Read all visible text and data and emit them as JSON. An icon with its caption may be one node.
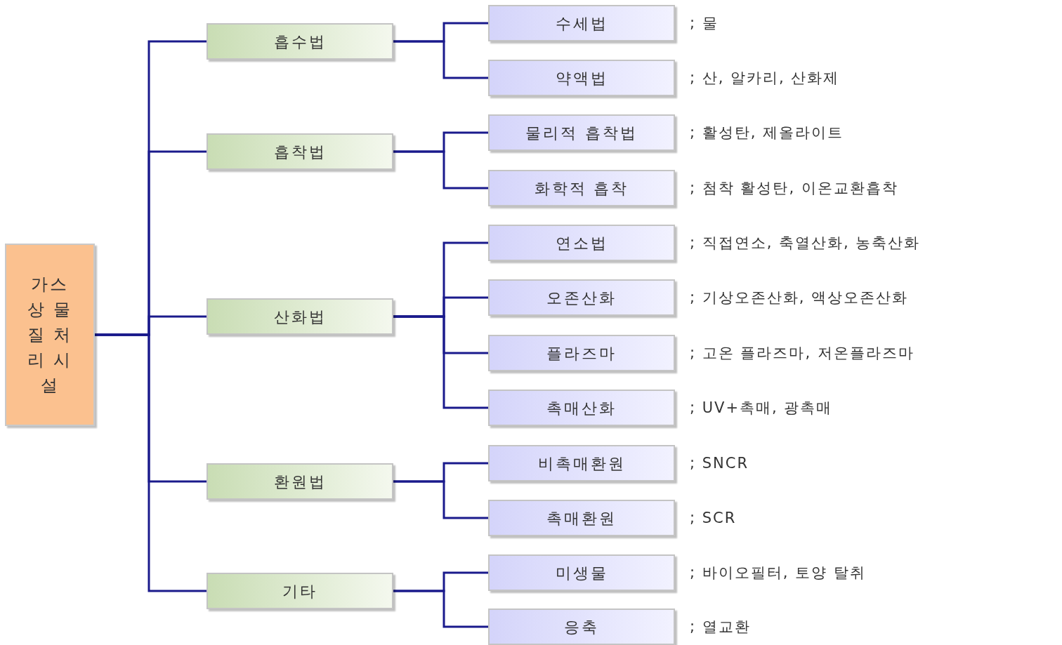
{
  "diagram": {
    "nodes": [
      {
        "text": [
          "가스상 물질 처리 시설"
        ]
      },
      {
        "text": [
          "흡수법"
        ]
      },
      {
        "text": [
          "수세법"
        ],
        "beside": [
          "; 물"
        ]
      },
      {
        "text": [
          "약액법"
        ],
        "beside": [
          "; 산, 알카리, 산화제"
        ]
      },
      {
        "text": [
          "흡착법"
        ]
      },
      {
        "text": [
          "물리적 흡착법"
        ],
        "beside": [
          "; 활성탄, 제올라이트"
        ]
      },
      {
        "text": [
          "화학적 흡착"
        ],
        "beside": [
          "; 첨착 활성탄, 이온교환흡착"
        ]
      },
      {
        "text": [
          "산화법"
        ]
      },
      {
        "text": [
          "연소법"
        ],
        "beside": [
          "; 직접연소, 축열산화, 농축산화"
        ]
      },
      {
        "text": [
          "오존산화"
        ],
        "beside": [
          "; 기상오존산화, 액상오존산화"
        ]
      },
      {
        "text": [
          "플라즈마"
        ],
        "beside": [
          "; 고온 플라즈마, 저온플라즈마"
        ]
      },
      {
        "text": [
          "촉매산화"
        ],
        "beside": [
          "; UV+촉매, 광촉매"
        ]
      },
      {
        "text": [
          "환원법"
        ]
      },
      {
        "text": [
          "비촉매환원"
        ],
        "beside": [
          "; SNCR"
        ]
      },
      {
        "text": [
          "촉매환원"
        ],
        "beside": [
          "; SCR"
        ]
      },
      {
        "text": [
          "기타"
        ]
      },
      {
        "text": [
          "미생물"
        ],
        "beside": [
          "; 바이오필터, 토양 탈취"
        ]
      },
      {
        "text": [
          "응축"
        ],
        "beside": [
          "; 열교환"
        ]
      }
    ],
    "edges": [
      {
        "from": 0,
        "to": 1,
        "arrow": "none"
      },
      {
        "from": 0,
        "to": 4,
        "arrow": "none"
      },
      {
        "from": 0,
        "to": 7,
        "arrow": "none"
      },
      {
        "from": 0,
        "to": 12,
        "arrow": "none"
      },
      {
        "from": 0,
        "to": 15,
        "arrow": "none"
      },
      {
        "from": 1,
        "to": 2,
        "arrow": "none"
      },
      {
        "from": 1,
        "to": 3,
        "arrow": "none"
      },
      {
        "from": 4,
        "to": 5,
        "arrow": "none"
      },
      {
        "from": 4,
        "to": 6,
        "arrow": "none"
      },
      {
        "from": 7,
        "to": 8,
        "arrow": "none"
      },
      {
        "from": 7,
        "to": 9,
        "arrow": "none"
      },
      {
        "from": 7,
        "to": 10,
        "arrow": "none"
      },
      {
        "from": 7,
        "to": 11,
        "arrow": "none"
      },
      {
        "from": 12,
        "to": 13,
        "arrow": "none"
      },
      {
        "from": 12,
        "to": 14,
        "arrow": "none"
      },
      {
        "from": 15,
        "to": 16,
        "arrow": "none"
      },
      {
        "from": 15,
        "to": 17,
        "arrow": "none"
      }
    ]
  }
}
